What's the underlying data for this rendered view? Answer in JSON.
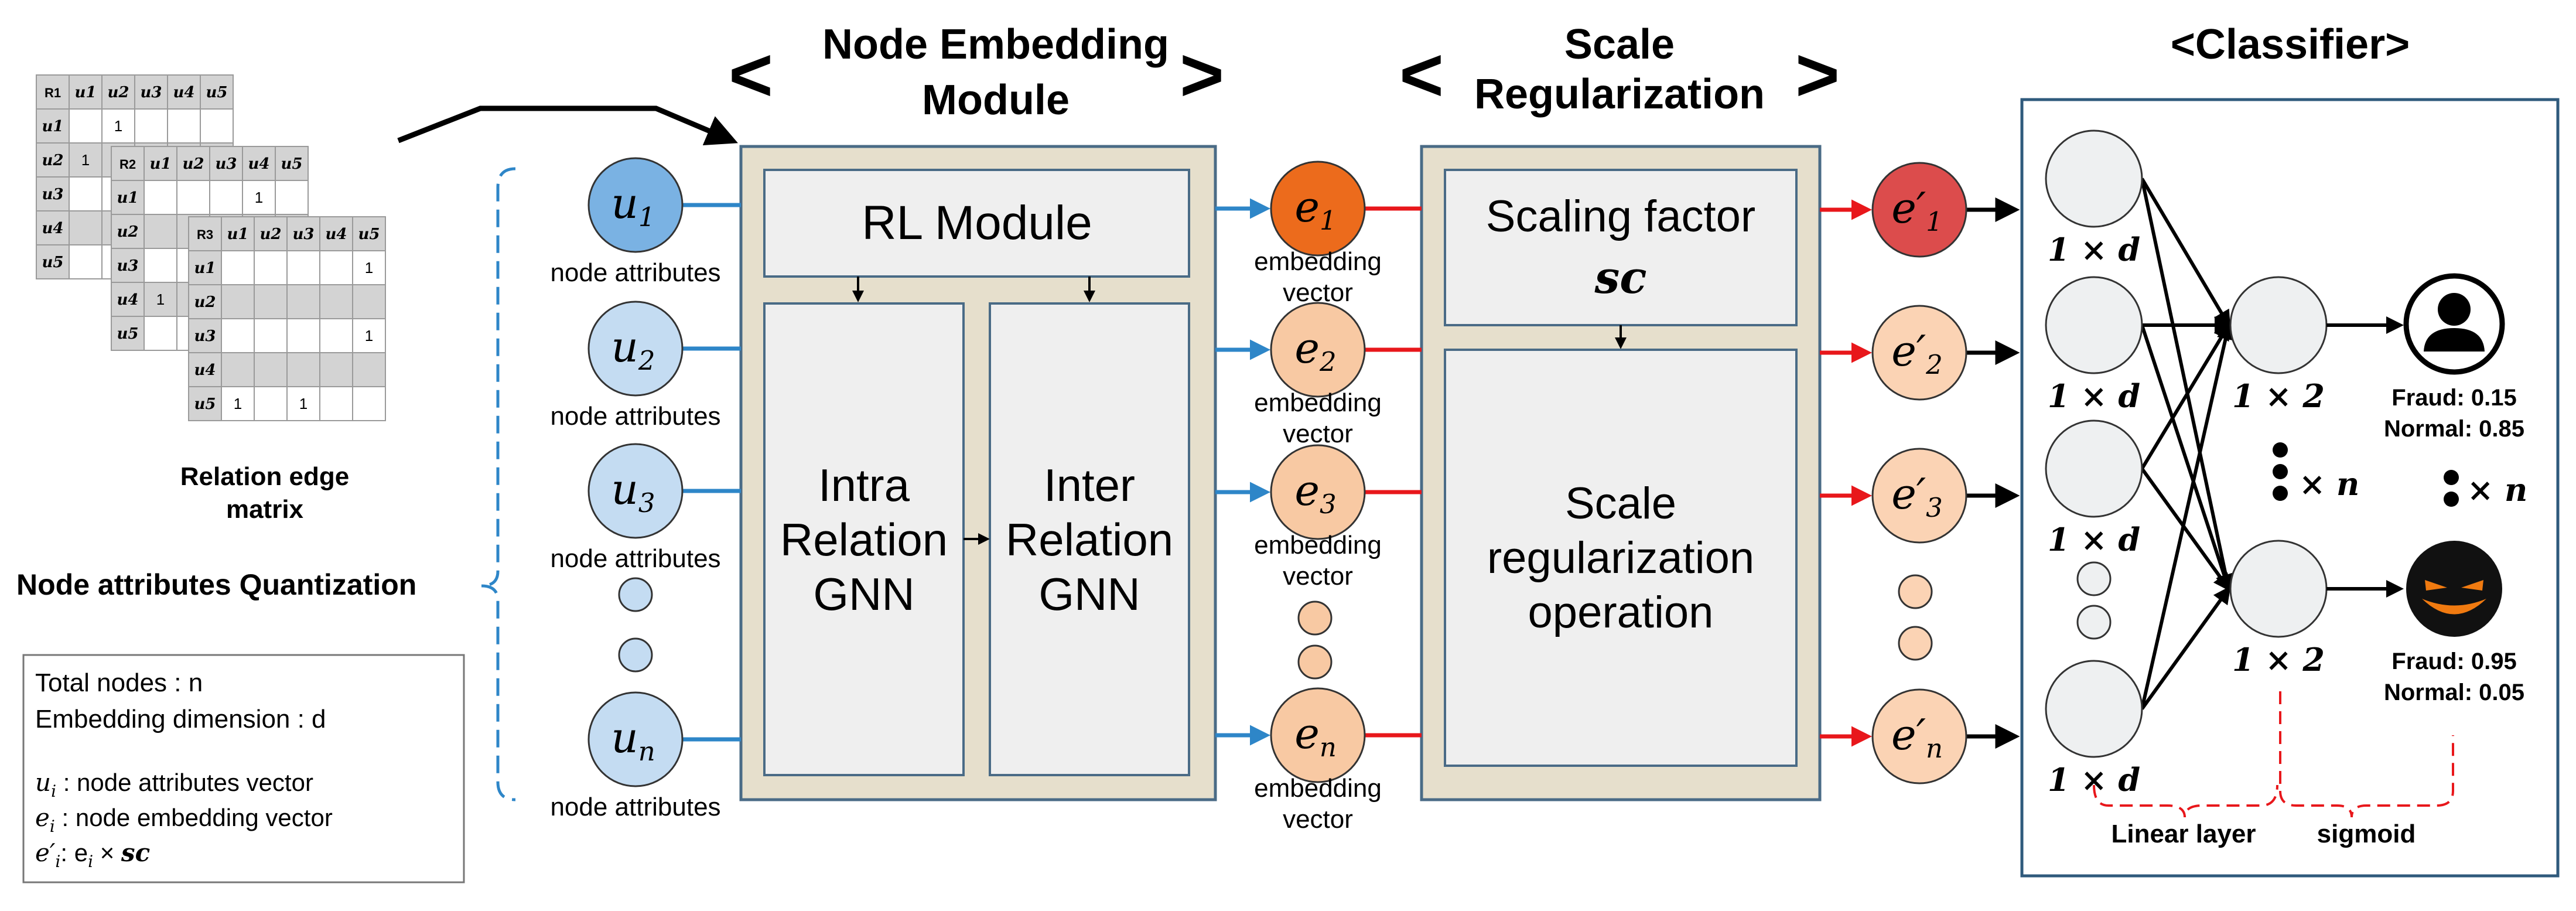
{
  "headers": {
    "node_embedding_line1": "Node Embedding",
    "node_embedding_line2": "Module",
    "scale_line1": "Scale",
    "scale_line2": "Regularization",
    "classifier": "<Classifier>",
    "lt": "<",
    "gt": ">"
  },
  "matrices": {
    "caption_line1": "Relation edge",
    "caption_line2": "matrix",
    "col_headers": [
      "u1",
      "u2",
      "u3",
      "u4",
      "u5"
    ],
    "r1": {
      "name": "R1",
      "rows": [
        "u1",
        "u2",
        "u3",
        "u4",
        "u5"
      ],
      "values": [
        [
          "",
          "1",
          "",
          "",
          ""
        ],
        [
          "1",
          "",
          "",
          "",
          ""
        ],
        [
          "",
          "",
          "",
          "",
          ""
        ],
        [
          "",
          "",
          "",
          "",
          ""
        ],
        [
          "",
          "",
          "",
          "",
          ""
        ]
      ]
    },
    "r2": {
      "name": "R2",
      "rows": [
        "u1",
        "u2",
        "u3",
        "u4",
        "u5"
      ],
      "values": [
        [
          "",
          "",
          "",
          "1",
          ""
        ],
        [
          "",
          "",
          "",
          "",
          ""
        ],
        [
          "",
          "",
          "",
          "",
          ""
        ],
        [
          "1",
          "",
          "",
          "",
          ""
        ],
        [
          "",
          "",
          "",
          "",
          ""
        ]
      ]
    },
    "r3": {
      "name": "R3",
      "rows": [
        "u1",
        "u2",
        "u3",
        "u4",
        "u5"
      ],
      "values": [
        [
          "",
          "",
          "",
          "",
          "1"
        ],
        [
          "",
          "",
          "",
          "",
          ""
        ],
        [
          "",
          "",
          "",
          "",
          "1"
        ],
        [
          "",
          "",
          "",
          "",
          ""
        ],
        [
          "1",
          "",
          "1",
          "",
          ""
        ]
      ]
    }
  },
  "quantization_label": "Node attributes  Quantization",
  "input_nodes": [
    {
      "base": "u",
      "sub": "1",
      "label": "node attributes"
    },
    {
      "base": "u",
      "sub": "2",
      "label": "node attributes"
    },
    {
      "base": "u",
      "sub": "3",
      "label": "node attributes"
    },
    {
      "base": "u",
      "sub": "n",
      "label": "node attributes"
    }
  ],
  "embedding_module": {
    "rl": "RL Module",
    "intra": [
      "Intra",
      "Relation",
      "GNN"
    ],
    "inter": [
      "Inter",
      "Relation",
      "GNN"
    ]
  },
  "embedding_nodes": [
    {
      "base": "e",
      "sub": "1",
      "label1": "embedding",
      "label2": "vector"
    },
    {
      "base": "e",
      "sub": "2",
      "label1": "embedding",
      "label2": "vector"
    },
    {
      "base": "e",
      "sub": "3",
      "label1": "embedding",
      "label2": "vector"
    },
    {
      "base": "e",
      "sub": "n",
      "label1": "embedding",
      "label2": "vector"
    }
  ],
  "scale_module": {
    "factor_line1": "Scaling factor",
    "factor_symbol": "sc",
    "op": [
      "Scale",
      "regularization",
      "operation"
    ]
  },
  "scaled_nodes": [
    {
      "base": "e",
      "prime": "′",
      "sub": "1"
    },
    {
      "base": "e",
      "prime": "′",
      "sub": "2"
    },
    {
      "base": "e",
      "prime": "′",
      "sub": "3"
    },
    {
      "base": "e",
      "prime": "′",
      "sub": "n"
    }
  ],
  "classifier": {
    "input_dims": [
      "1 × d",
      "1 × d",
      "1 × d",
      "1 × d"
    ],
    "hidden_dims": [
      "1 × 2",
      "1 × 2"
    ],
    "times_n": "× n",
    "normal_user": {
      "fraud": "Fraud: 0.15",
      "normal": "Normal: 0.85"
    },
    "fraud_user": {
      "fraud": "Fraud: 0.95",
      "normal": "Normal: 0.05"
    },
    "linear_label": "Linear layer",
    "sigmoid_label": "sigmoid"
  },
  "legend": {
    "line1": "Total nodes : n",
    "line2": "Embedding dimension : d",
    "items": [
      {
        "sym": "u",
        "sub": "i",
        "prime": "",
        "text": " : node attributes vector"
      },
      {
        "sym": "e",
        "sub": "i",
        "prime": "",
        "text": " : node embedding vector"
      },
      {
        "sym": "e",
        "sub": "i",
        "prime": "′",
        "text": ": e",
        "text_sub": "i",
        "text_tail": " × sc"
      }
    ]
  },
  "colors": {
    "module_fill": "#e6dfcc",
    "module_stroke": "#4a6b86",
    "inner_fill": "#efefef",
    "u_dark": "#7ab2e3",
    "u_light": "#c4dcf2",
    "e_dark": "#ec6b1c",
    "e_light": "#f8c9a3",
    "ep_dark": "#dc4c4c",
    "ep_light": "#fbd3b4",
    "blue": "#2e86c8",
    "red": "#e8171b",
    "gray_node": "#eef0f1"
  }
}
